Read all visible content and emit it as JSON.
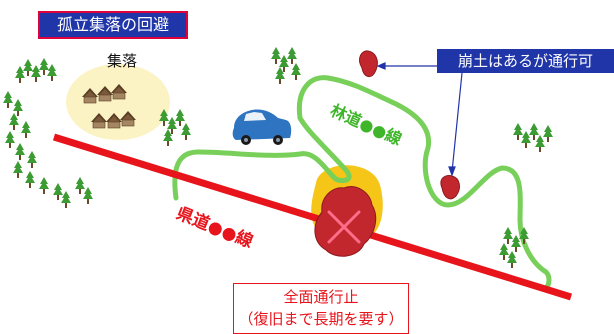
{
  "title": "孤立集落の回避",
  "village": {
    "label": "集落"
  },
  "forest_road": {
    "label": "林道●●線"
  },
  "callout": {
    "label": "崩土はあるが通行可"
  },
  "prefectural_road": {
    "label": "県道●●線"
  },
  "closure": {
    "line1": "全面通行止",
    "line2": "（復旧まで長期を要す）"
  },
  "colors": {
    "title_bg": "#1f35a8",
    "title_border": "#e0003a",
    "prefectural_road": "#e8141c",
    "forest_road": "#78d05a",
    "landslide": "#c2272d",
    "detour_area": "#f5c518",
    "car": "#2f74c0",
    "village_area": "#fbf3c4",
    "tree": "#3d9b33"
  },
  "icons": {
    "car": "car-icon",
    "closure_mark": "x-mark-icon",
    "landslide": "landslide-icon",
    "house": "house-icon",
    "tree": "tree-icon"
  }
}
